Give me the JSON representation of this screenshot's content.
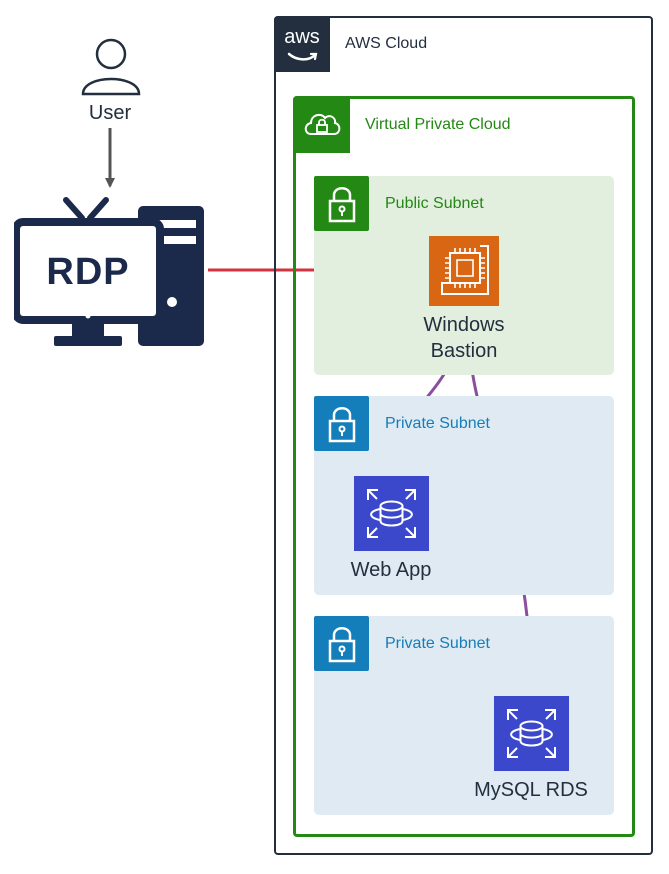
{
  "user": {
    "label": "User"
  },
  "rdp_client": {
    "screen_text": "RDP"
  },
  "aws_cloud": {
    "label": "AWS Cloud",
    "logo_text": "aws"
  },
  "vpc": {
    "label": "Virtual Private Cloud"
  },
  "subnets": [
    {
      "label": "Public Subnet",
      "type": "public"
    },
    {
      "label": "Private Subnet",
      "type": "private"
    },
    {
      "label": "Private Subnet",
      "type": "private"
    }
  ],
  "nodes": {
    "bastion": {
      "label_line1": "Windows",
      "label_line2": "Bastion",
      "icon": "ec2-instance-icon"
    },
    "web_app": {
      "label": "Web App",
      "icon": "database-icon"
    },
    "mysql_rds": {
      "label": "MySQL RDS",
      "icon": "rds-database-icon"
    }
  },
  "colors": {
    "aws_dark": "#232f3e",
    "vpc_green": "#248814",
    "public_subnet_bg": "#e2efdf",
    "private_subnet_bg": "#dfeaf3",
    "private_blue": "#147eba",
    "ec2_orange": "#d86613",
    "db_indigo": "#3b48cc",
    "rdp_arrow": "#d13440",
    "conn_purple": "#8c4fa0",
    "user_arrow": "#555555",
    "monitor_navy": "#1b2a4a"
  }
}
